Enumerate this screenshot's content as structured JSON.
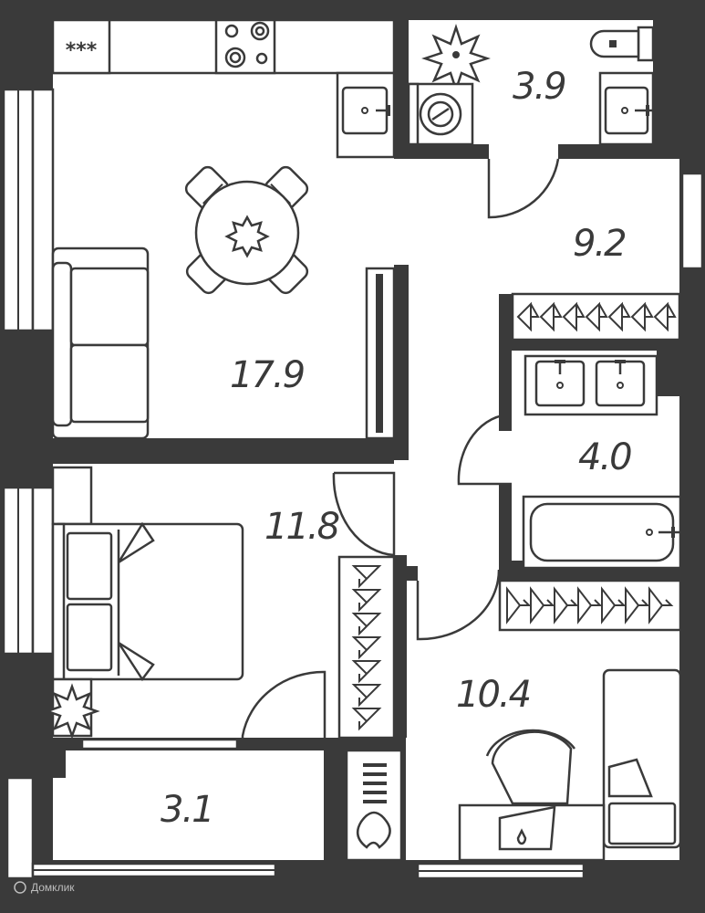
{
  "rooms": [
    {
      "id": "living-kitchen",
      "area": "17.9"
    },
    {
      "id": "wc",
      "area": "3.9"
    },
    {
      "id": "hall-north",
      "area": "9.2"
    },
    {
      "id": "bathroom",
      "area": "4.0"
    },
    {
      "id": "bedroom",
      "area": "11.8"
    },
    {
      "id": "hall-south",
      "area": "10.4"
    },
    {
      "id": "balcony",
      "area": "3.1"
    }
  ],
  "cooktop_label": "***",
  "watermark": "Домклик",
  "colors": {
    "wall": "#3a3a3a",
    "floor": "#ffffff"
  },
  "icons": [
    "window",
    "sink",
    "cooktop",
    "toilet",
    "washing-machine",
    "plant",
    "dining-table",
    "sofa",
    "wardrobe",
    "bathtub",
    "bed",
    "armchair",
    "desk",
    "radiator"
  ]
}
